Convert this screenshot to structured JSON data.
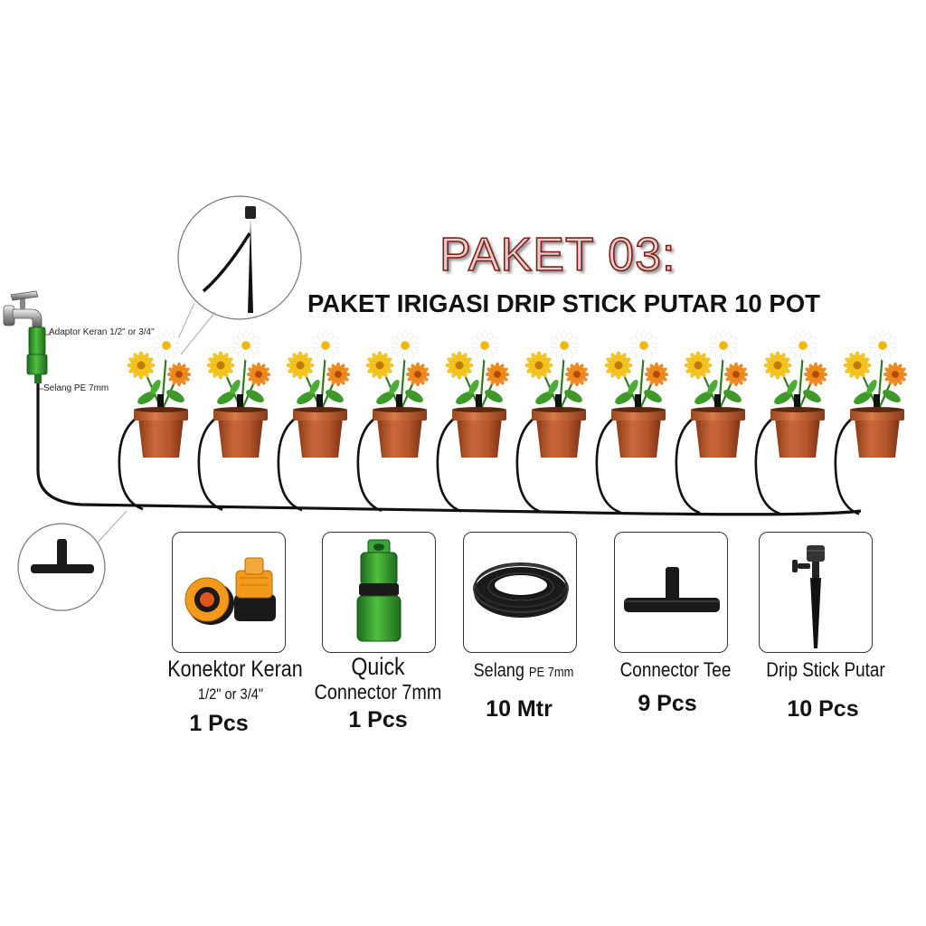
{
  "title": {
    "main": "PAKET 03:",
    "subtitle": "PAKET IRIGASI DRIP STICK PUTAR 10 POT"
  },
  "diagram_labels": {
    "adaptor": "Adaptor Keran 1/2\" or 3/4\"",
    "hose": "Selang PE 7mm"
  },
  "pots": {
    "count": 10
  },
  "products": [
    {
      "name_line1": "Konektor Keran",
      "name_line2": "1/2\" or 3/4\"",
      "qty": "1 Pcs",
      "icon": "tap-connector-icon"
    },
    {
      "name_line1": "Quick",
      "name_line2": "Connector 7mm",
      "qty": "1 Pcs",
      "icon": "quick-connector-icon"
    },
    {
      "name_line1": "Selang",
      "name_line1_small": "PE 7mm",
      "qty": "10 Mtr",
      "icon": "hose-coil-icon"
    },
    {
      "name_line1": "Connector Tee",
      "qty": "9 Pcs",
      "icon": "tee-connector-icon"
    },
    {
      "name_line1": "Drip Stick Putar",
      "qty": "10 Pcs",
      "icon": "drip-stick-icon"
    }
  ],
  "colors": {
    "pot": "#b4562c",
    "hose": "#111111",
    "fitting_green": "#2f8f2f",
    "fitting_orange": "#f39a1c",
    "title_stroke": "#8b1a10"
  }
}
